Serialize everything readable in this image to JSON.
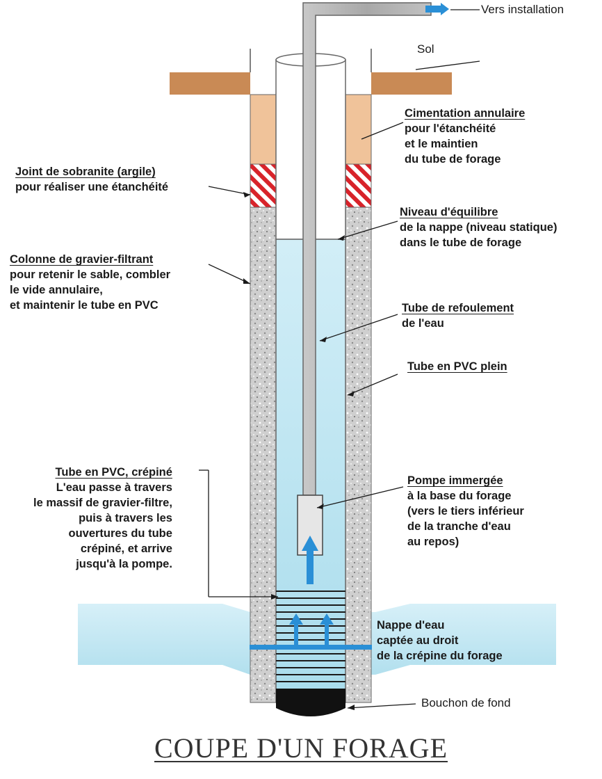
{
  "title": "COUPE D'UN FORAGE",
  "labels": {
    "vers_installation": "Vers installation",
    "sol": "Sol",
    "cimentation": [
      "Cimentation annulaire",
      "pour l'étanchéité",
      "et le maintien",
      "du tube de forage"
    ],
    "joint": [
      "Joint de sobranite (argile)",
      "pour réaliser une étanchéité"
    ],
    "niveau": [
      "Niveau d'équilibre",
      "de la nappe (niveau statique)",
      "dans le tube de forage"
    ],
    "colonne": [
      "Colonne de gravier-filtrant",
      "pour retenir le sable, combler",
      "le vide annulaire,",
      "et maintenir le tube en PVC"
    ],
    "refoulement": [
      "Tube de refoulement",
      "de l'eau"
    ],
    "pvc_plein": [
      "Tube en PVC plein"
    ],
    "crepine": [
      "Tube en PVC, crépiné",
      "L'eau passe à travers",
      "le massif de gravier-filtre,",
      "puis à travers les",
      "ouvertures du tube",
      "crépiné, et arrive",
      "jusqu'à la pompe."
    ],
    "pompe": [
      "Pompe immergée",
      "à la base du forage",
      "(vers le tiers inférieur",
      "de la tranche d'eau",
      "au repos)"
    ],
    "nappe": [
      "Nappe d'eau",
      "captée au droit",
      "de la crépine du forage"
    ],
    "bouchon": "Bouchon de fond"
  },
  "colors": {
    "soil": "#c98a55",
    "cement": "#f0c39a",
    "clay_red": "#d8232a",
    "gravel": "#c9c9c9",
    "water": "#b7e3f0",
    "pipe": "#b0b0b0",
    "arrow_blue": "#2a8fd6",
    "cap": "#111111"
  },
  "icons": [
    "flow-arrow-icon"
  ]
}
